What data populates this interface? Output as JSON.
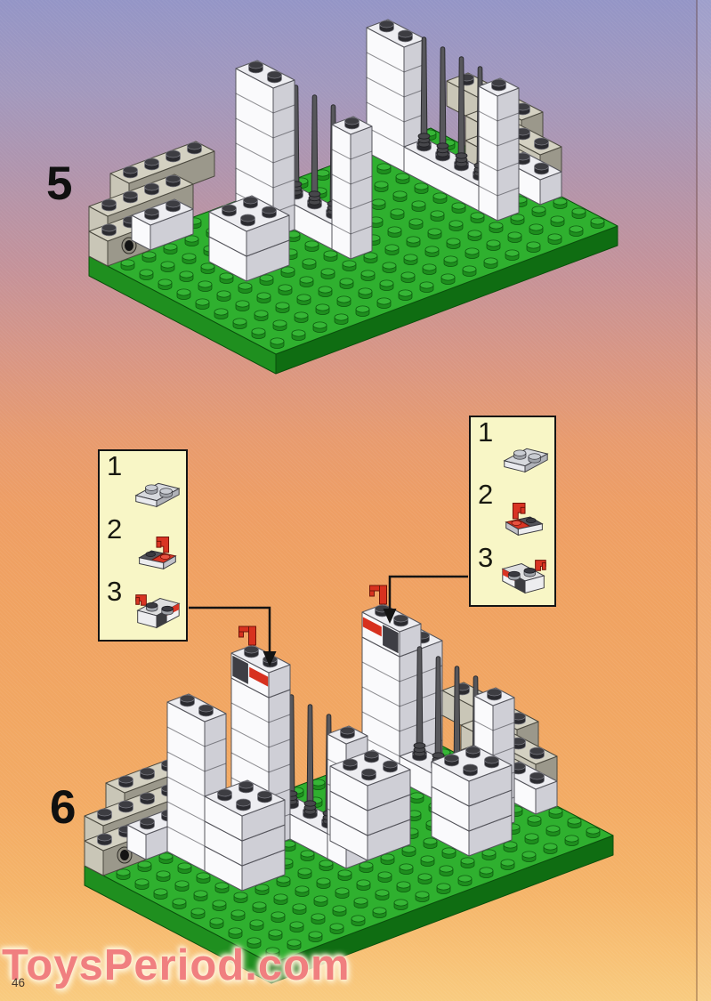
{
  "page": {
    "number": "46",
    "watermark": "ToysPeriod.com"
  },
  "steps": {
    "step5": {
      "label": "5"
    },
    "step6": {
      "label": "6"
    }
  },
  "callouts": {
    "left": {
      "items": [
        {
          "label": "1",
          "icon": "plate-1x2-gray-icon"
        },
        {
          "label": "2",
          "icon": "red-tap-plate-icon"
        },
        {
          "label": "3",
          "icon": "red-stripe-brick-tap-icon"
        }
      ]
    },
    "right": {
      "items": [
        {
          "label": "1",
          "icon": "plate-1x2-gray-icon"
        },
        {
          "label": "2",
          "icon": "red-tap-plate-icon-mirrored"
        },
        {
          "label": "3",
          "icon": "red-stripe-brick-tap-icon-mirrored"
        }
      ]
    }
  },
  "colors": {
    "baseplate_green_top": "#2fb02f",
    "baseplate_green_left": "#1f8f1f",
    "baseplate_green_front": "#0f6d12",
    "brick_white_top": "#ededf1",
    "brick_white_left": "#fafafc",
    "brick_white_front": "#cfcfd6",
    "brick_gray_top": "#d4d1c2",
    "brick_gray_left": "#c9c6b7",
    "brick_gray_front": "#9b988b",
    "accent_red": "#d7311f",
    "antenna_gray": "#57575b",
    "callout_bg": "#f8f6c6",
    "background_top": "#9495c6",
    "background_middle": "#ee9e64",
    "background_bottom": "#f9cb7f",
    "watermark_pink": "#ee7073"
  }
}
